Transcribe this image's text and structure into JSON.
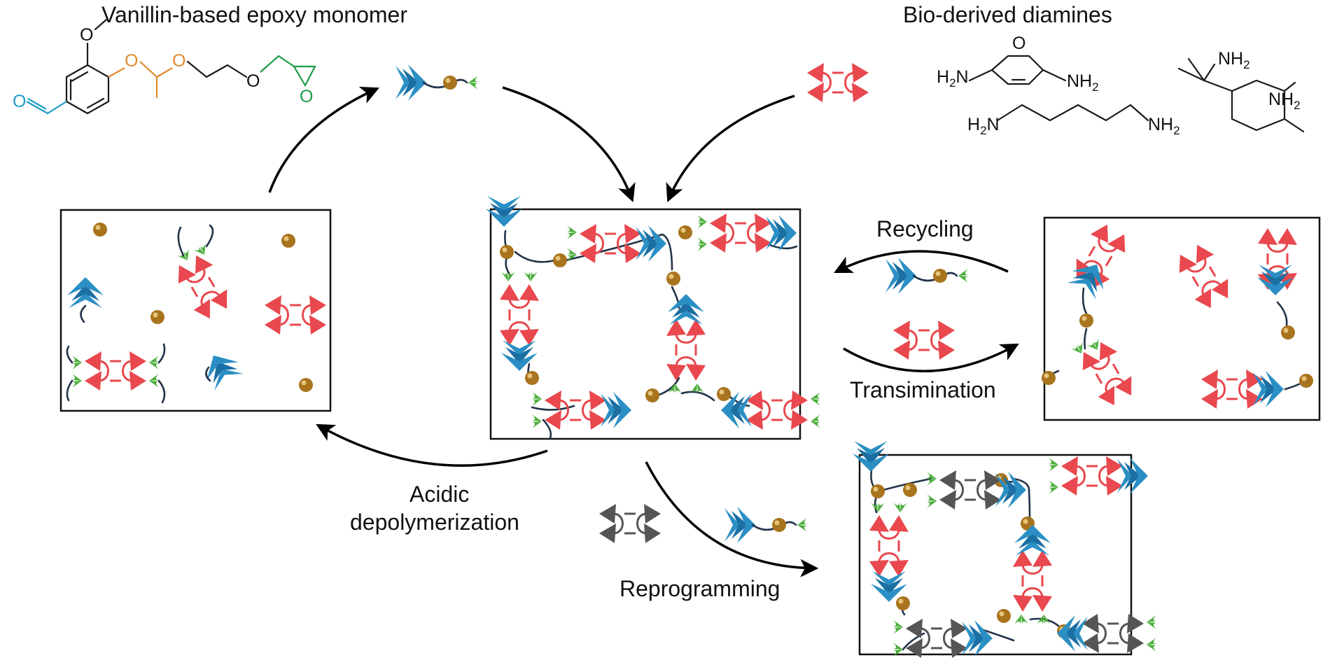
{
  "title_left": "Vanillin-based epoxy monomer",
  "title_right": "Bio-derived diamines",
  "labels": {
    "recycling": "Recycling",
    "transimination": "Transimination",
    "acidic_line1": "Acidic",
    "acidic_line2": "depolymerization",
    "reprogramming": "Reprogramming"
  },
  "chem": {
    "aldehyde_o": "O",
    "methoxy_o": "O",
    "acetal_o1": "O",
    "acetal_o2": "O",
    "ether_o": "O",
    "epoxide_o": "O",
    "furan_o": "O",
    "h2n_left": "H",
    "nh2_right": "NH",
    "h2n_pent": "H",
    "nh2_pent": "NH",
    "nh2_iso_top": "NH",
    "nh2_iso_right": "NH",
    "sub2": "2",
    "n": "N"
  },
  "colors": {
    "epoxy_blue": "#2b8fc4",
    "amine_red": "#e8484e",
    "joint_gold": "#a8741e",
    "cap_green": "#4cae3c",
    "gray_amine": "#555555",
    "aldehyde": "#1f9ac6",
    "acetal": "#e08a2e",
    "glycidyl": "#1e9a4a"
  }
}
